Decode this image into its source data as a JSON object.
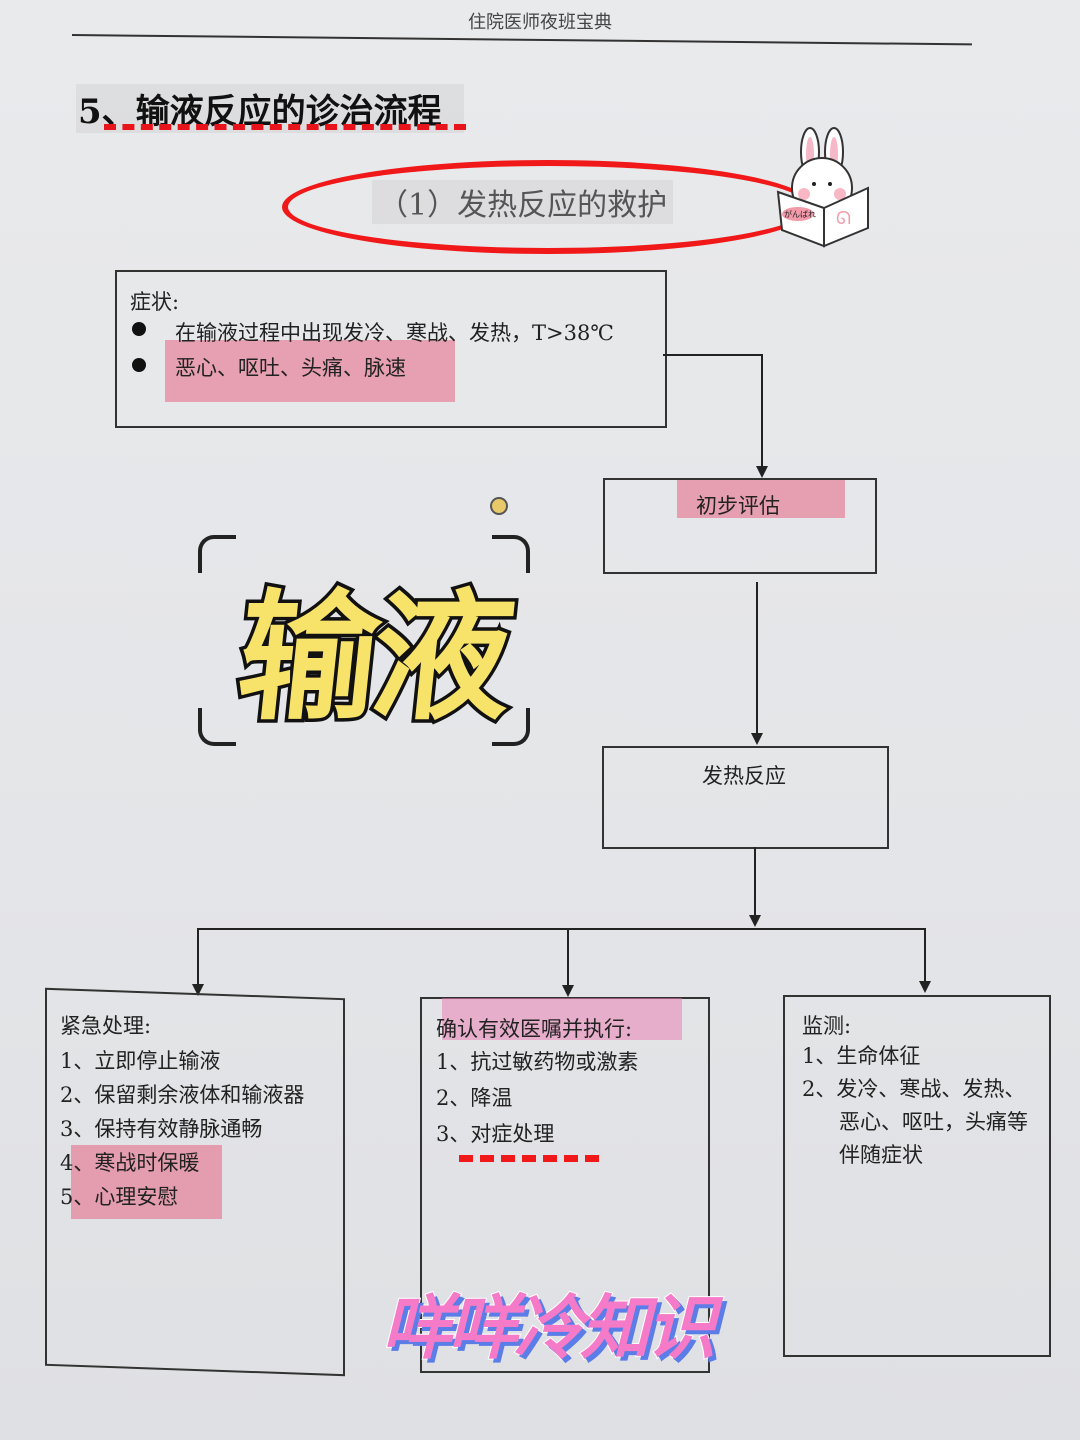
{
  "header": {
    "book_title": "住院医师夜班宝典"
  },
  "section": {
    "title": "5、输液反应的诊治流程",
    "subtitle": "（1）发热反应的救护"
  },
  "symptoms": {
    "label": "症状:",
    "items": [
      "在输液过程中出现发冷、寒战、发热，T>38℃",
      "恶心、呕吐、头痛、脉速"
    ]
  },
  "flow": {
    "initial_assessment": "初步评估",
    "fever_reaction": "发热反应"
  },
  "emergency": {
    "label": "紧急处理:",
    "items": [
      "1、立即停止输液",
      "2、保留剩余液体和输液器",
      "3、保持有效静脉通畅",
      "4、寒战时保暖",
      "5、心理安慰"
    ]
  },
  "orders": {
    "label": "确认有效医嘱并执行:",
    "items": [
      "1、抗过敏药物或激素",
      "2、降温",
      "3、对症处理"
    ]
  },
  "monitor": {
    "label": "监测:",
    "items": [
      "1、生命体征",
      "2、发冷、寒战、发热、",
      "恶心、呕吐，头痛等",
      "伴随症状"
    ]
  },
  "overlay": {
    "big_word": "输液",
    "watermark": "咩咩冷知识",
    "sticker_text": "がんばれ"
  },
  "colors": {
    "highlight": "#e66482",
    "red_mark": "#f01818",
    "big_word_fill": "#f7e36a",
    "watermark": "#f57ac8"
  }
}
